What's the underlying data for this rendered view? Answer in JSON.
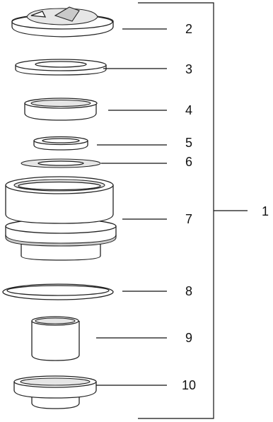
{
  "labels": {
    "assembly": "1",
    "part2": "2",
    "part3": "3",
    "part4": "4",
    "part5": "5",
    "part6": "6",
    "part7": "7",
    "part8": "8",
    "part9": "9",
    "part10": "10"
  }
}
